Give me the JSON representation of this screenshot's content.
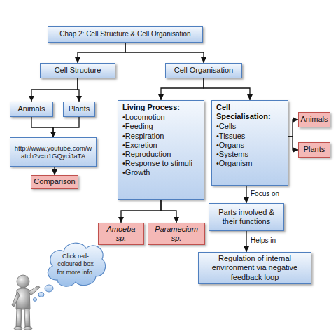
{
  "diagram": {
    "nodes": [
      {
        "text": [
          "Chap 2: Cell Structure & Cell Organisation"
        ]
      },
      {
        "text": [
          "Cell Structure"
        ]
      },
      {
        "text": [
          "Cell Organisation"
        ]
      },
      {
        "text": [
          "Animals"
        ]
      },
      {
        "text": [
          "Plants"
        ]
      },
      {
        "text": [
          "http://www.youtube.com/watch?v=o1GQyciJaTA"
        ]
      },
      {
        "text": [
          "Comparison"
        ]
      },
      {
        "text": [
          "Living Process:",
          "•Locomotion",
          "•Feeding",
          "•Respiration",
          "•Excretion",
          "•Reproduction",
          "•Response to stimuli",
          "•Growth"
        ]
      },
      {
        "text": [
          "Cell Specialisation:",
          "•Cells",
          "•Tissues",
          "•Organs",
          "•Systems",
          "•Organism"
        ]
      },
      {
        "text": [
          "Animals"
        ]
      },
      {
        "text": [
          "Plants"
        ]
      },
      {
        "text": [
          "Parts involved & their functions"
        ]
      },
      {
        "text": [
          "Amoeba sp."
        ]
      },
      {
        "text": [
          "Paramecium sp."
        ]
      },
      {
        "text": [
          "Regulation of internal environment via negative feedback loop"
        ]
      },
      {
        "text": [
          "Click red-coloured box for more info."
        ]
      }
    ],
    "edges": [
      {
        "from": 0,
        "to": 1,
        "arrow": "to"
      },
      {
        "from": 0,
        "to": 2,
        "arrow": "to"
      },
      {
        "from": 1,
        "to": 3,
        "arrow": "to"
      },
      {
        "from": 1,
        "to": 4,
        "arrow": "to"
      },
      {
        "from": 3,
        "to": 5,
        "arrow": "to"
      },
      {
        "from": 4,
        "to": 5,
        "arrow": "to"
      },
      {
        "from": 5,
        "to": 6,
        "arrow": "to"
      },
      {
        "from": 2,
        "to": 7,
        "arrow": "to"
      },
      {
        "from": 2,
        "to": 8,
        "arrow": "to"
      },
      {
        "from": 7,
        "to": 12,
        "arrow": "to"
      },
      {
        "from": 7,
        "to": 13,
        "arrow": "to"
      },
      {
        "from": 8,
        "to": 9,
        "arrow": "to"
      },
      {
        "from": 8,
        "to": 10,
        "arrow": "to"
      },
      {
        "from": 8,
        "to": 11,
        "label": "Focus on",
        "arrow": "to"
      },
      {
        "from": 11,
        "to": 14,
        "label": "Helps in",
        "arrow": "to"
      }
    ]
  }
}
